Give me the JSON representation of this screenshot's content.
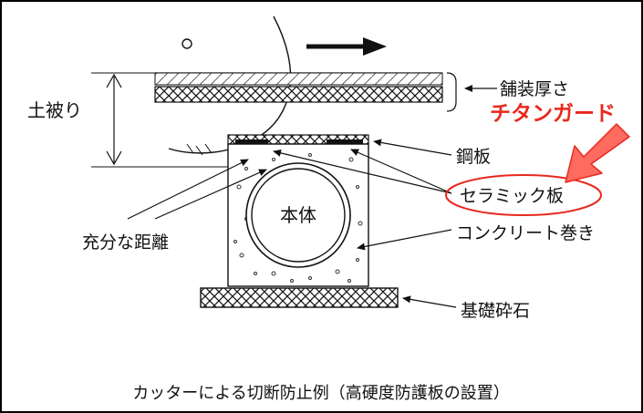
{
  "labels": {
    "cover_depth": "土被り",
    "pavement_thickness": "舗装厚さ",
    "product_name": "チタンガード",
    "steel_plate": "鋼板",
    "ceramic_plate": "セラミック板",
    "body": "本体",
    "sufficient_distance": "充分な距離",
    "concrete_wrap": "コンクリート巻き",
    "foundation_stone": "基礎砕石"
  },
  "caption": "カッターによる切断防止例（高硬度防護板の設置）",
  "colors": {
    "accent": "#e8281e",
    "arrow_fill": "#ff6b5e",
    "ink": "#111111"
  },
  "icons": {
    "direction": "right-arrow-icon",
    "callout": "down-left-arrow-icon"
  }
}
